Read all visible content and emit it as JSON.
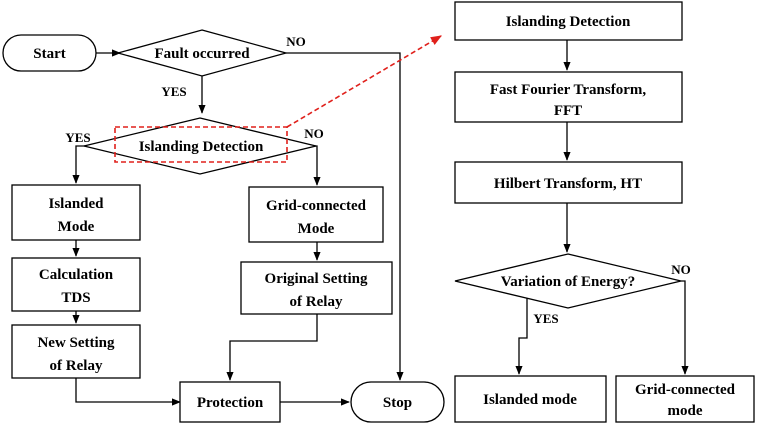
{
  "colors": {
    "highlight": "#e0201b",
    "ink": "#000000",
    "fill": "#ffffff"
  },
  "flow_left": {
    "start": "Start",
    "fault": "Fault occurred",
    "yes_fault": "YES",
    "no_fault": "NO",
    "islanding": "Islanding Detection",
    "yes_islanding": "YES",
    "no_islanding": "NO",
    "islanded_mode": [
      "Islanded",
      "Mode"
    ],
    "calc_tds": [
      "Calculation",
      "TDS"
    ],
    "new_setting": [
      "New Setting",
      "of Relay"
    ],
    "grid_mode": [
      "Grid-connected",
      "Mode"
    ],
    "original_setting": [
      "Original Setting",
      "of Relay"
    ],
    "protection": "Protection",
    "stop": "Stop"
  },
  "flow_right": {
    "islanding": "Islanding Detection",
    "fft": [
      "Fast Fourier Transform,",
      "FFT"
    ],
    "ht": "Hilbert Transform, HT",
    "variation": "Variation of Energy?",
    "yes": "YES",
    "no": "NO",
    "islanded": "Islanded mode",
    "grid": [
      "Grid-connected",
      "mode"
    ]
  }
}
